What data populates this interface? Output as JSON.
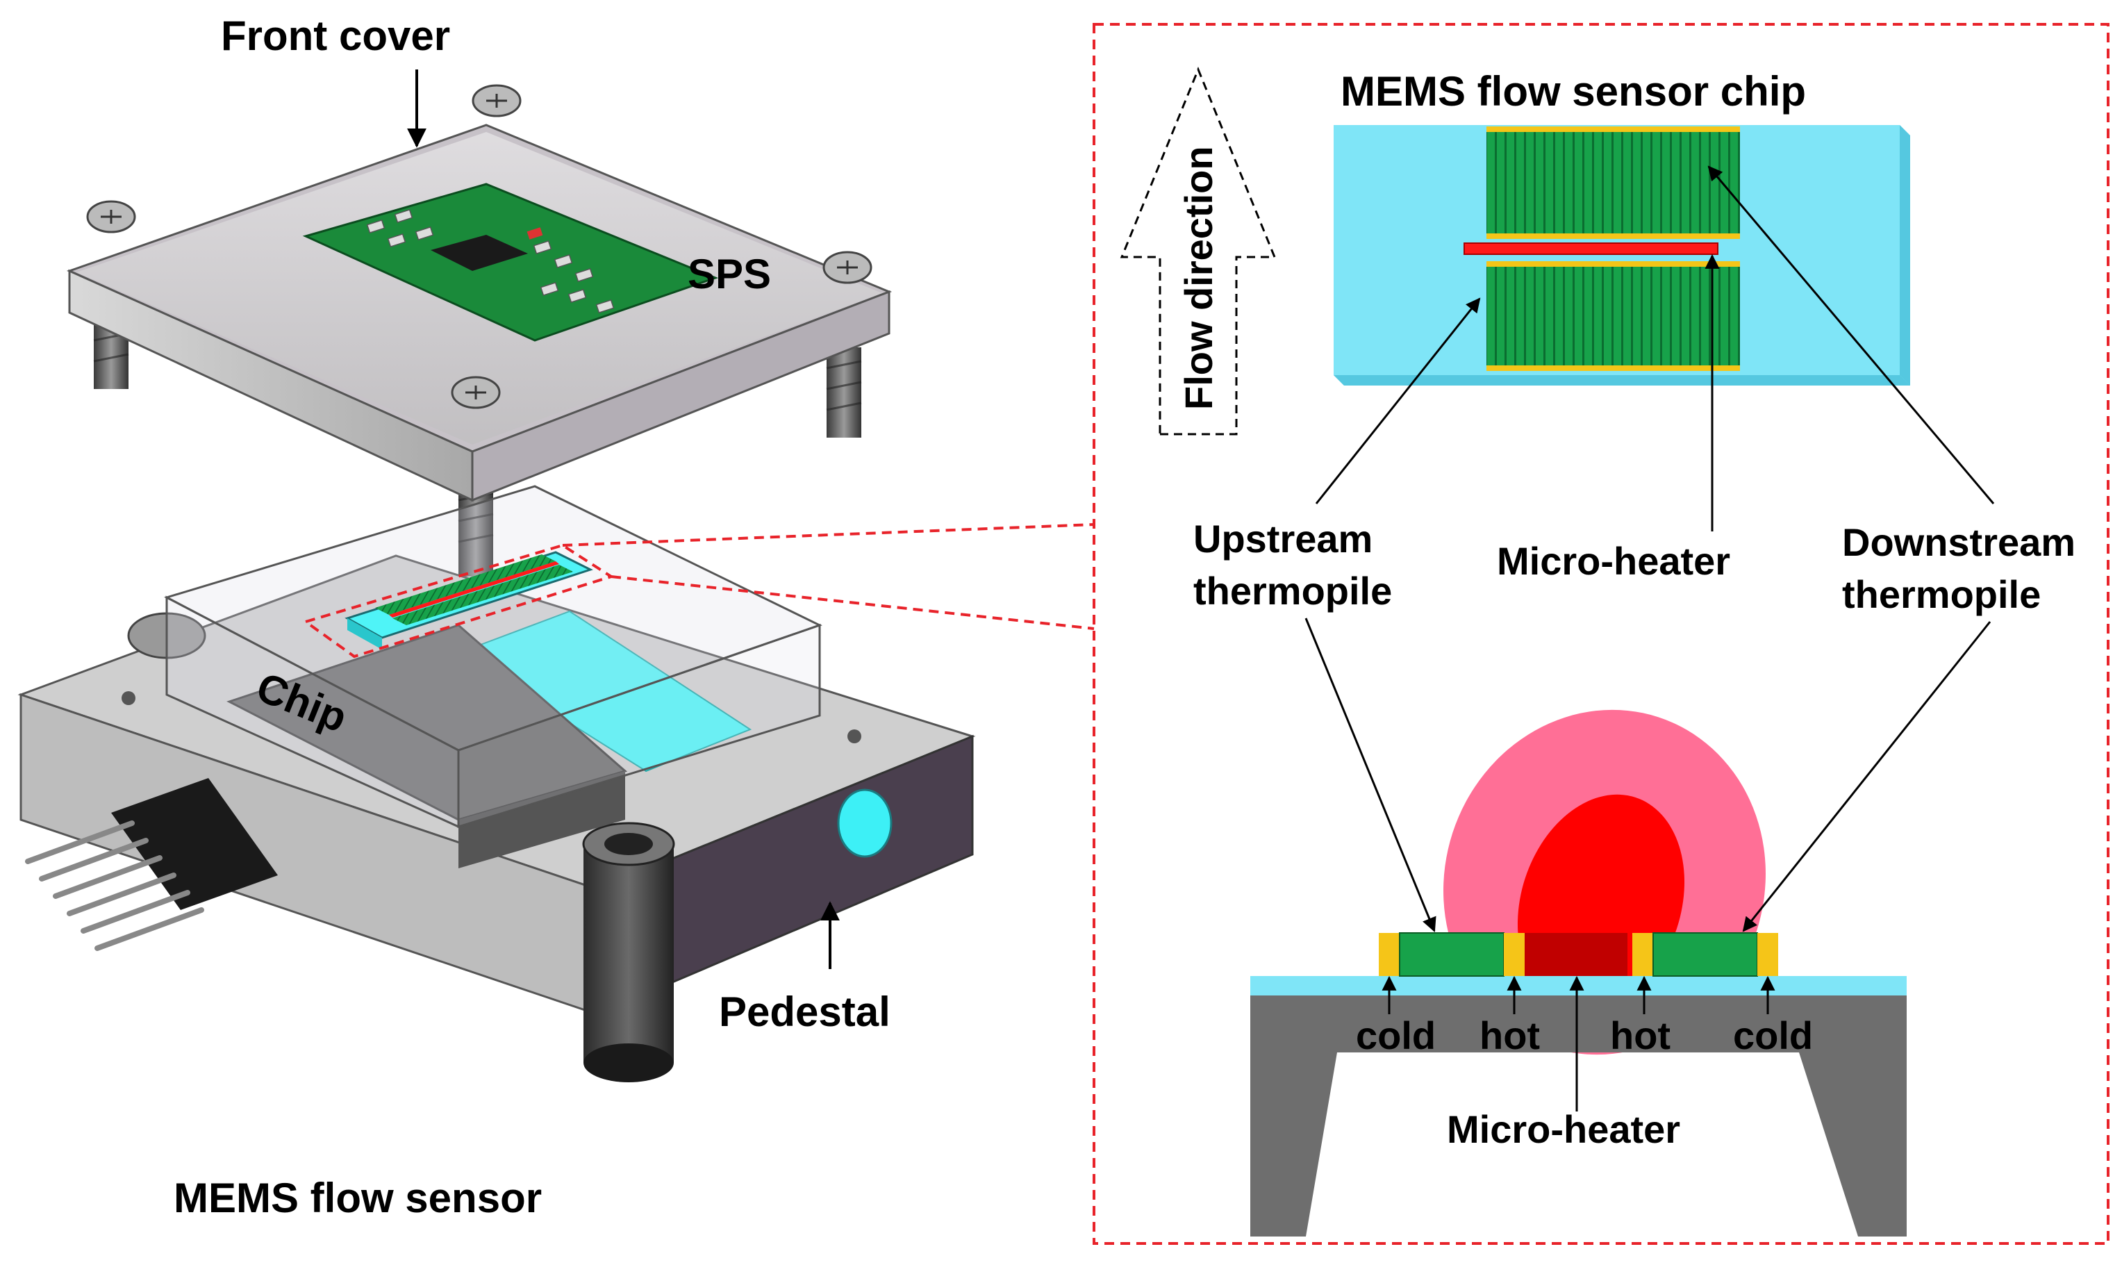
{
  "left_panel": {
    "front_cover_label": "Front cover",
    "sps_label": "SPS",
    "chip_label": "Chip",
    "pedestal_label": "Pedestal",
    "caption": "MEMS flow sensor"
  },
  "right_panel": {
    "chip_title": "MEMS flow sensor chip",
    "flow_direction_label": "Flow direction",
    "upstream_line1": "Upstream",
    "upstream_line2": "thermopile",
    "microheater_top_label": "Micro-heater",
    "downstream_line1": "Downstream",
    "downstream_line2": "thermopile",
    "cold_left": "cold",
    "hot_left": "hot",
    "hot_right": "hot",
    "cold_right": "cold",
    "microheater_bottom_label": "Micro-heater"
  },
  "colors": {
    "chip_substrate": "#7FE5F7",
    "thermopile": "#17A24A",
    "pad": "#F5C518",
    "heater": "#FF1A1A",
    "heat_outer": "#FF6F96",
    "heat_inner": "#FF0000",
    "silicon": "#6E6E6E",
    "dashed_border": "#E8232A",
    "metal": "#D8D8D8",
    "dark_metal": "#4A3F4E"
  }
}
